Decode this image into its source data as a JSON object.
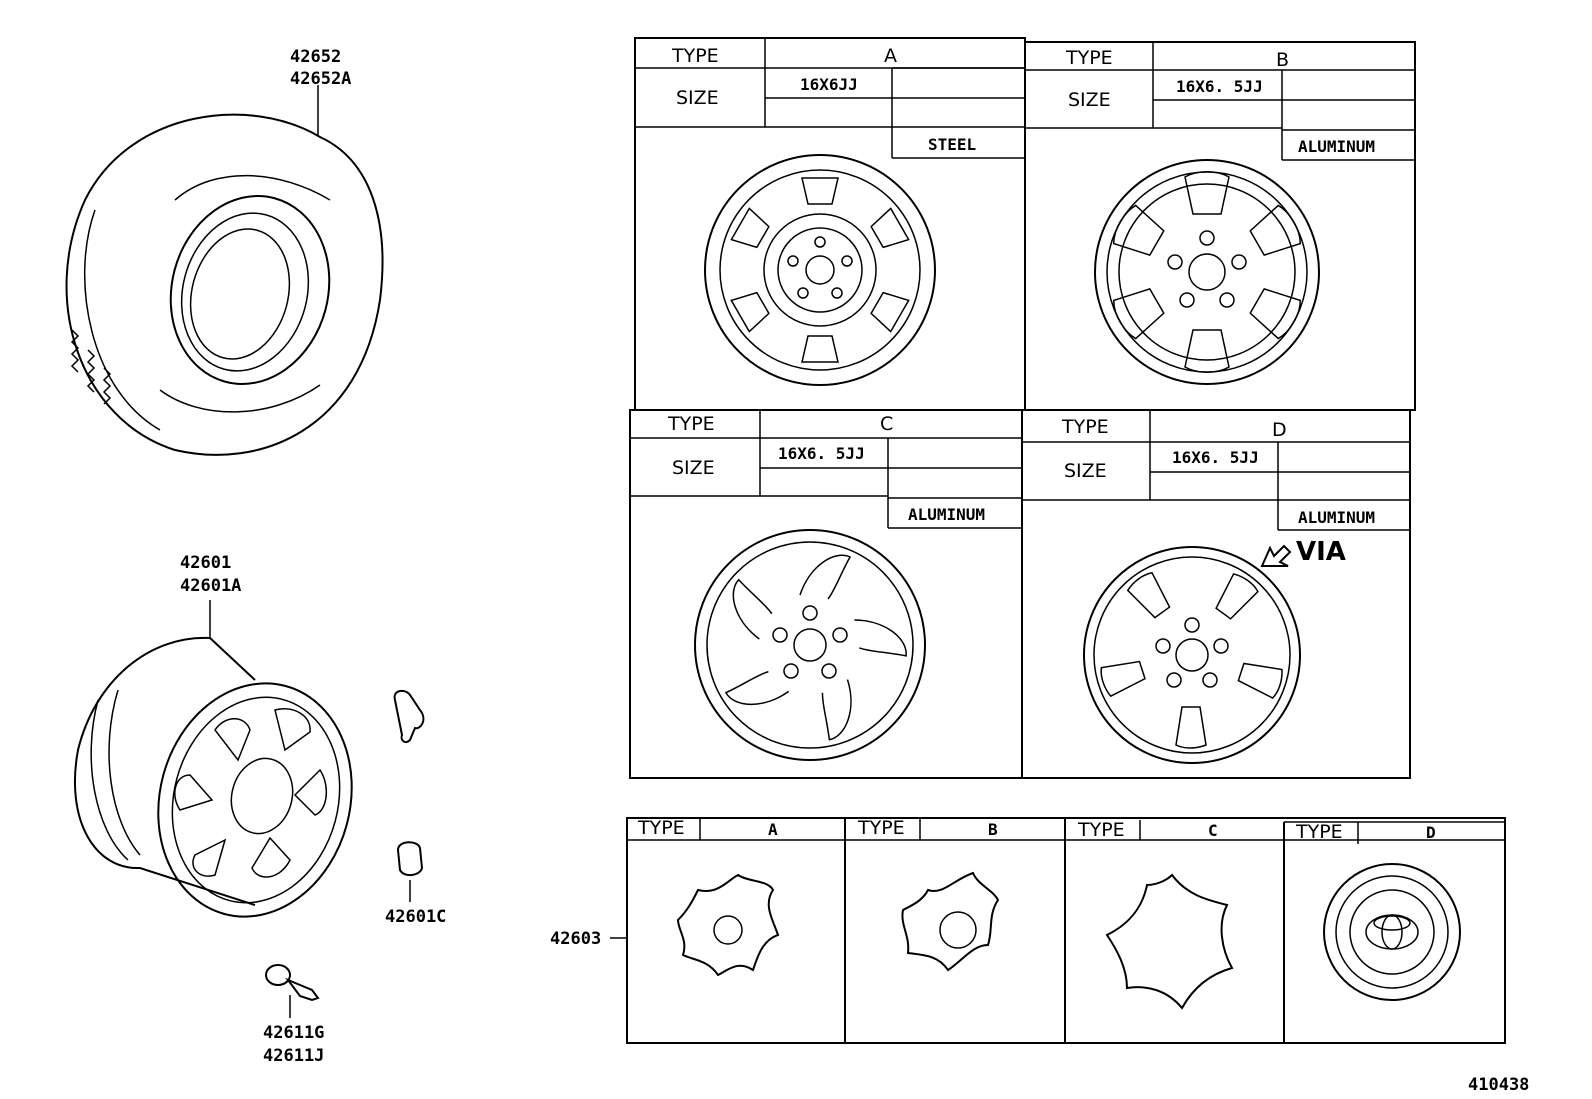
{
  "parts": {
    "tire": [
      "42652",
      "42652A"
    ],
    "wheel": [
      "42601",
      "42601A"
    ],
    "nut": "42601C",
    "valve": [
      "42611G",
      "42611J"
    ],
    "cap": "42603"
  },
  "wheel_tables": [
    {
      "type_label": "TYPE",
      "type": "A",
      "size_label": "SIZE",
      "size": "16X6JJ",
      "material": "STEEL"
    },
    {
      "type_label": "TYPE",
      "type": "B",
      "size_label": "SIZE",
      "size": "16X6. 5JJ",
      "material": "ALUMINUM"
    },
    {
      "type_label": "TYPE",
      "type": "C",
      "size_label": "SIZE",
      "size": "16X6. 5JJ",
      "material": "ALUMINUM"
    },
    {
      "type_label": "TYPE",
      "type": "D",
      "size_label": "SIZE",
      "size": "16X6. 5JJ",
      "material": "ALUMINUM"
    }
  ],
  "view_label": "VIA",
  "cap_tables": [
    {
      "type_label": "TYPE",
      "type": "A"
    },
    {
      "type_label": "TYPE",
      "type": "B"
    },
    {
      "type_label": "TYPE",
      "type": "C"
    },
    {
      "type_label": "TYPE",
      "type": "D"
    }
  ],
  "figure_number": "410438"
}
